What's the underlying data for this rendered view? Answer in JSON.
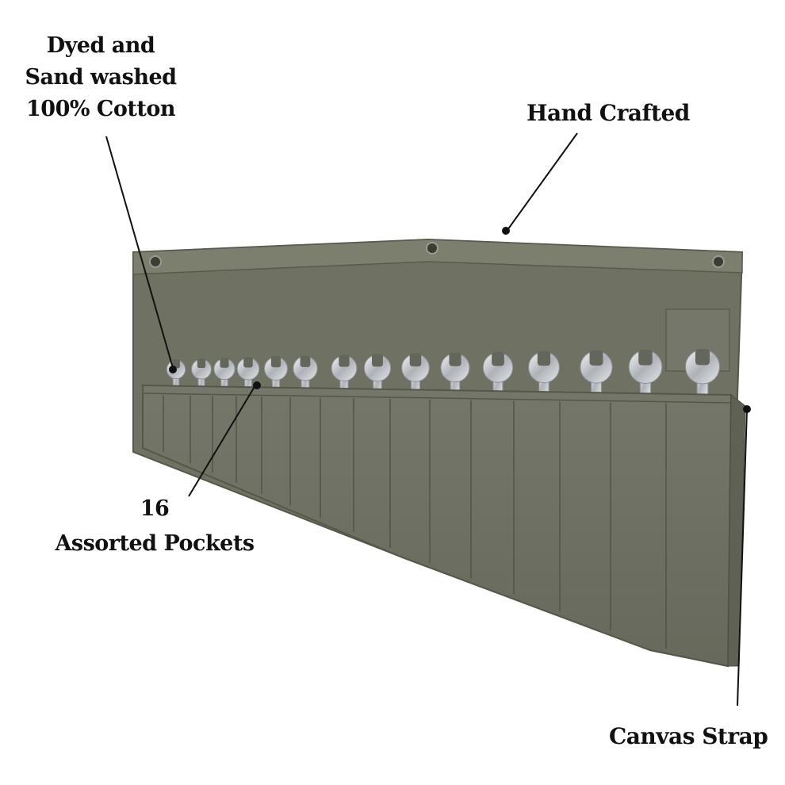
{
  "callouts": {
    "material": {
      "line1": "Dyed and",
      "line2": "Sand washed",
      "line3": "100% Cotton"
    },
    "crafted": {
      "label": "Hand Crafted"
    },
    "pockets": {
      "count": "16",
      "label": "Assorted Pockets"
    },
    "strap": {
      "label": "Canvas Strap"
    }
  },
  "colors": {
    "canvas": "#6f7262",
    "canvas_dark": "#5b5e50",
    "canvas_light": "#80836f",
    "stitch": "#4a4c40",
    "steel": "#c9ccd0",
    "text": "#111111"
  }
}
